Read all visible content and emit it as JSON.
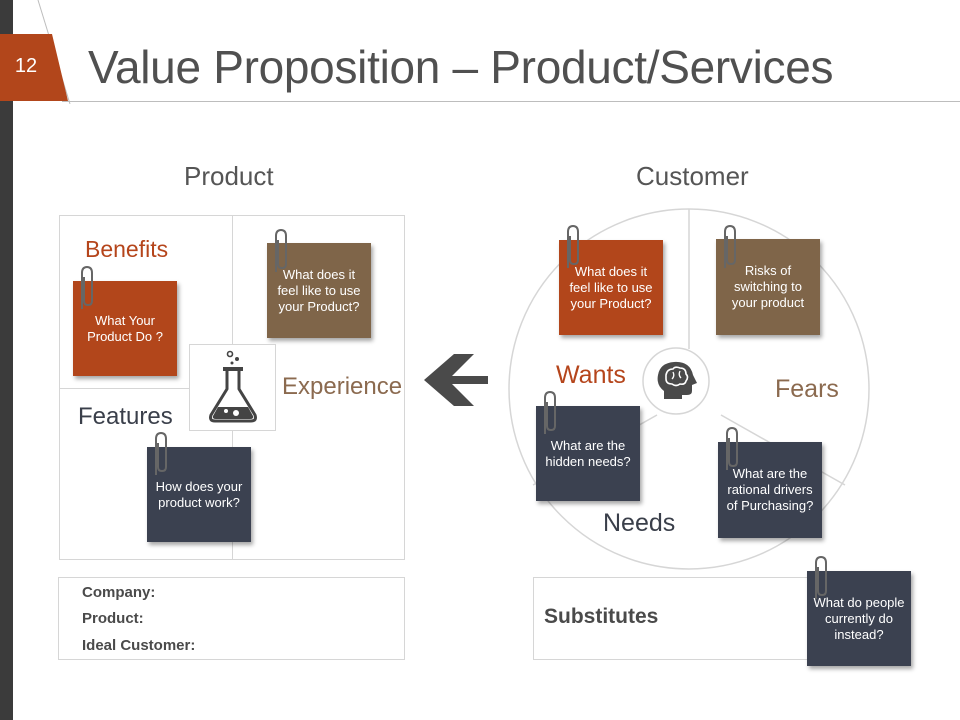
{
  "slide": {
    "number": "12",
    "title": "Value Proposition – Product/Services"
  },
  "colors": {
    "accent_orange": "#b2461b",
    "accent_brown": "#7f6549",
    "accent_dark": "#3b4150"
  },
  "product": {
    "heading": "Product",
    "benefits_label": "Benefits",
    "features_label": "Features",
    "experience_label": "Experience",
    "note_benefits": "What Your Product Do ?",
    "note_experience": "What does it feel like to use your Product?",
    "note_features": "How does your product work?",
    "center_icon": "flask-icon"
  },
  "customer": {
    "heading": "Customer",
    "wants_label": "Wants",
    "fears_label": "Fears",
    "needs_label": "Needs",
    "note_wants": "What does it feel like to use your Product?",
    "note_fears": "Risks of switching to your product",
    "note_needs": "What are the hidden needs?",
    "note_drivers": "What are the rational drivers of Purchasing?",
    "center_icon": "brain-head-icon"
  },
  "info": {
    "company": "Company:",
    "product": "Product:",
    "ideal_customer": "Ideal Customer:"
  },
  "substitutes": {
    "label": "Substitutes",
    "note": "What do people currently do instead?"
  }
}
